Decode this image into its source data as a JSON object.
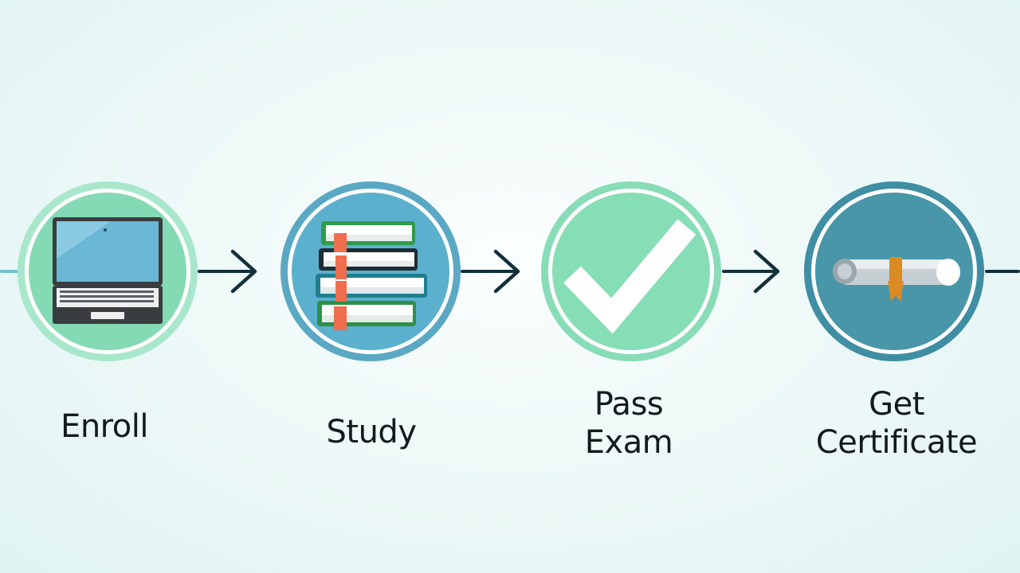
{
  "steps": [
    {
      "label": "Enroll",
      "icon": "laptop-icon"
    },
    {
      "label": "Study",
      "icon": "books-icon"
    },
    {
      "label": "Pass\nExam",
      "icon": "checkmark-icon"
    },
    {
      "label": "Get\nCertificate",
      "icon": "diploma-icon"
    }
  ],
  "colors": {
    "mint": "#7dd9b0",
    "blue": "#58aac6",
    "teal": "#3f8ea3",
    "navy": "#13303a",
    "background": "#eaf7f6"
  }
}
